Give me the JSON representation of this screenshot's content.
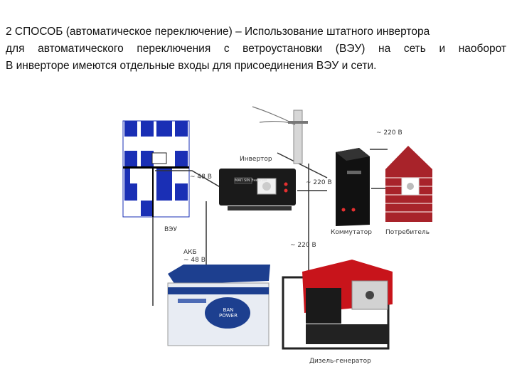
{
  "text": {
    "line1": "2 СПОСОБ (автоматическое переключение) – Использование штатного инвертора",
    "line2": "для автоматического переключения с ветроустановки (ВЭУ) на сеть и наоборот",
    "line3": "В инверторе имеются отдельные входы для присоединения ВЭУ и сети."
  },
  "labels": {
    "inverter": "Инвертор",
    "dc48": "~ 48 В",
    "ac220_top": "~ 220 В",
    "ac220_mid": "~ 220 В",
    "ac220_gen": "~ 220 В",
    "wind": "ВЭУ",
    "battery": "АКБ\n~ 48 В",
    "switch": "Коммутатор",
    "consumer": "Потребитель",
    "generator": "Дизель-генератор"
  },
  "device_text": {
    "inverter_brand": "МАП SIN Энергия",
    "battery_brand": "BAN\nPOWER"
  },
  "colors": {
    "wind_blue": "#1a2fb5",
    "inverter_body": "#1a1a1a",
    "battery_blue": "#1d3f8f",
    "generator_red": "#c8141b",
    "brick": "#a8232a",
    "wire": "#333333"
  }
}
